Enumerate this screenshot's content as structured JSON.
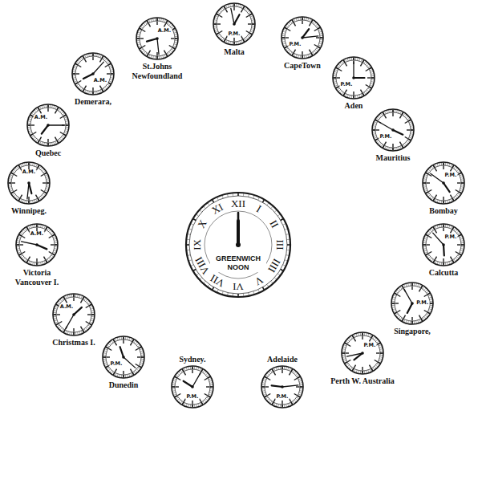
{
  "diagram": {
    "nodes": [
      {
        "text": [
          "GREENWICH NOON"
        ]
      },
      {
        "text": [
          "P.M.",
          "Malta"
        ]
      },
      {
        "text": [
          "P.M.",
          "CapeTown"
        ]
      },
      {
        "text": [
          "P.M.",
          "Aden"
        ]
      },
      {
        "text": [
          "P.M.",
          "Mauritius"
        ]
      },
      {
        "text": [
          "P.M.",
          "Bombay"
        ]
      },
      {
        "text": [
          "P.M.",
          "Calcutta"
        ]
      },
      {
        "text": [
          "P.M.",
          "Singapore,"
        ]
      },
      {
        "text": [
          "P.M.",
          "Perth W. Australia"
        ]
      },
      {
        "text": [
          "P.M.",
          "Adelaide"
        ]
      },
      {
        "text": [
          "P.M.",
          "Sydney."
        ]
      },
      {
        "text": [
          "P.M.",
          "Dunedin"
        ]
      },
      {
        "text": [
          "A.M.",
          "Christmas I."
        ]
      },
      {
        "text": [
          "A.M.",
          "Victoria Vancouver I."
        ]
      },
      {
        "text": [
          "A.M.",
          "Winnipeg."
        ]
      },
      {
        "text": [
          "A.M.",
          "Quebec"
        ]
      },
      {
        "text": [
          "A.M.",
          "Demerara,"
        ]
      },
      {
        "text": [
          "A.M.",
          "St.Johns Newfoundland"
        ]
      }
    ],
    "labels": [
      "XII",
      "I",
      "II",
      "III",
      "IIII",
      "V",
      "VI",
      "VII",
      "VIII",
      "IX",
      "X",
      "XI"
    ]
  }
}
